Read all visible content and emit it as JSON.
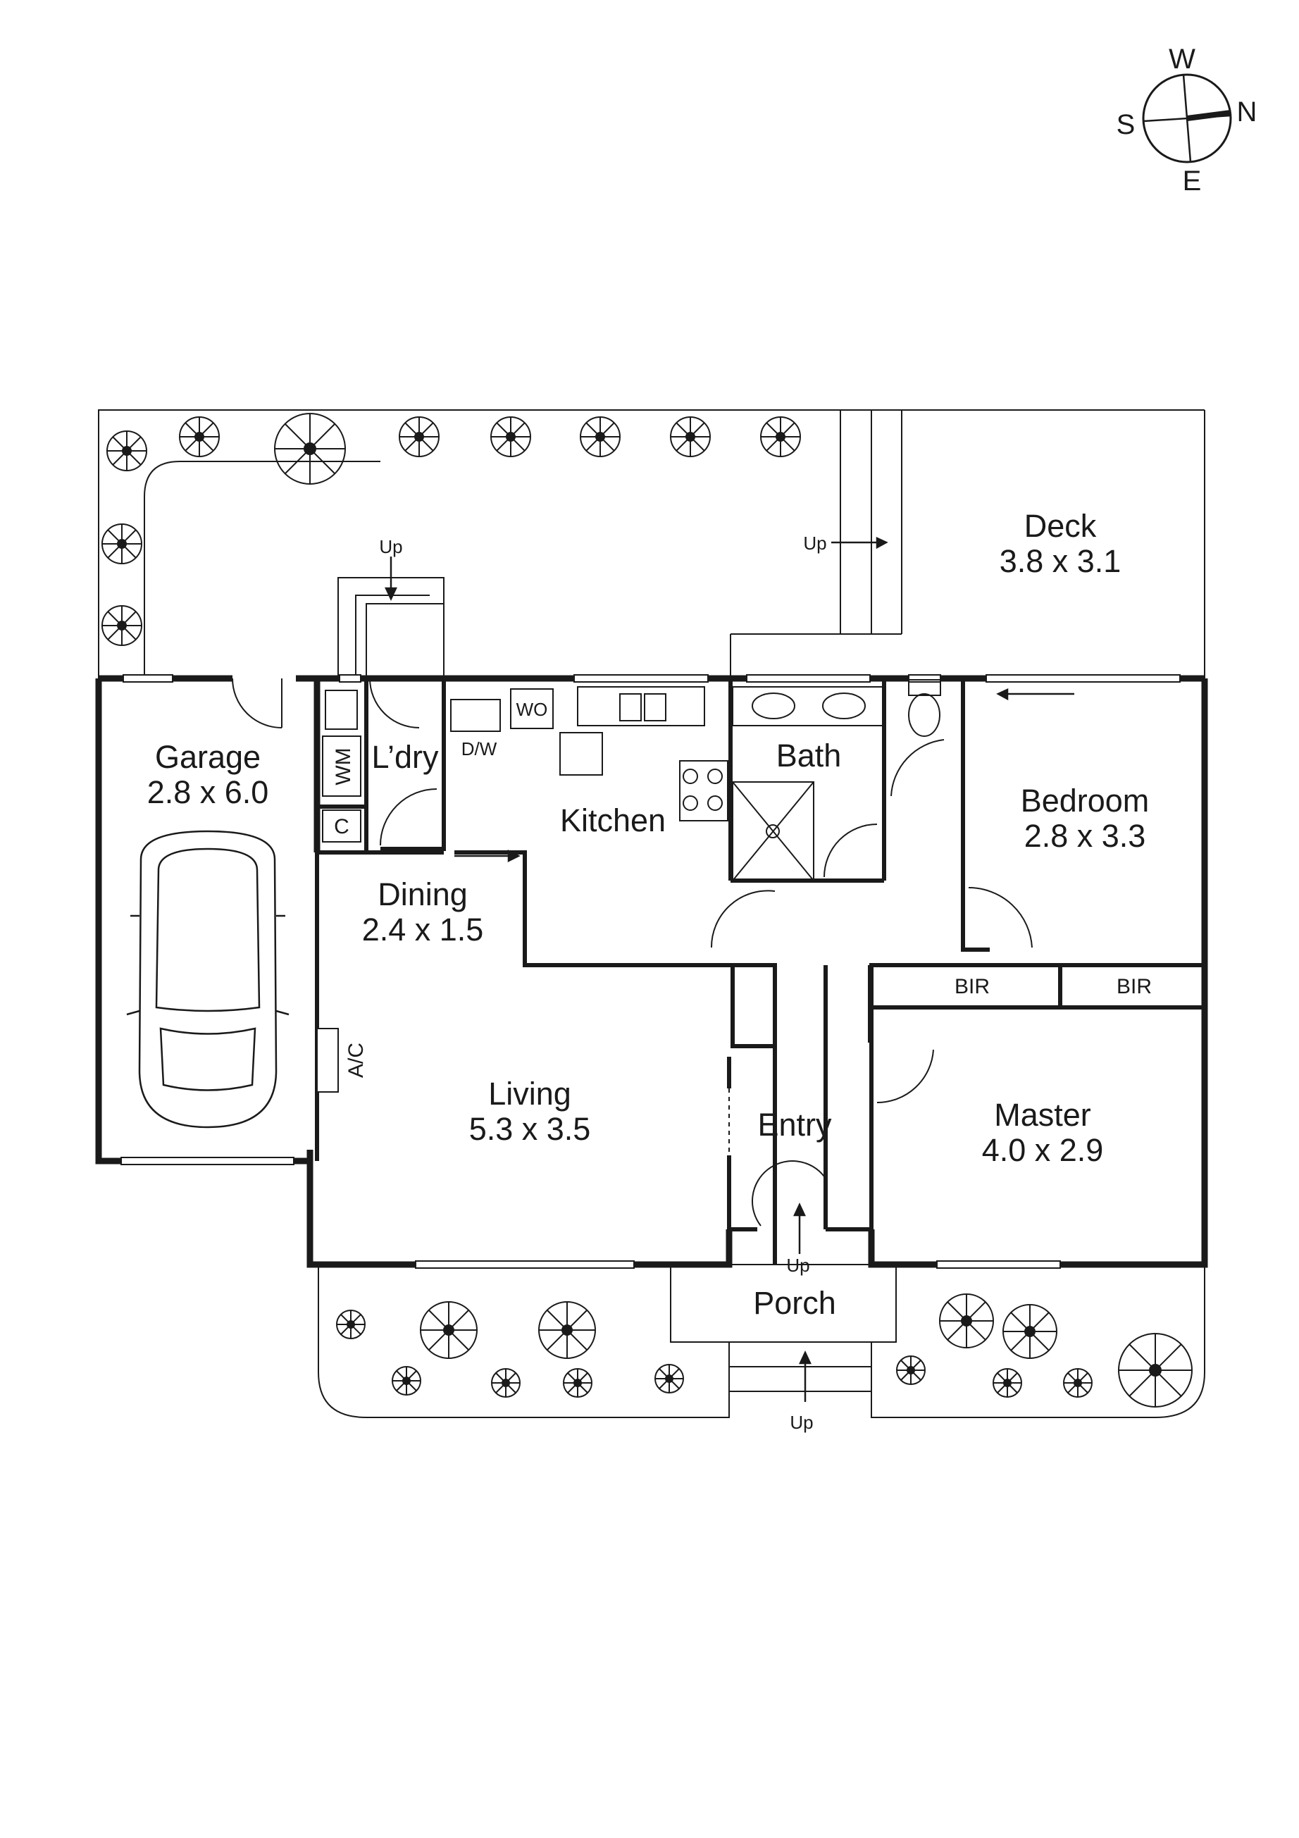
{
  "compass": {
    "north": "N",
    "south": "S",
    "east": "E",
    "west": "W"
  },
  "rooms": {
    "deck": {
      "name": "Deck",
      "size": "3.8 x 3.1"
    },
    "garage": {
      "name": "Garage",
      "size": "2.8 x 6.0"
    },
    "laundry": {
      "name": "L’dry"
    },
    "kitchen": {
      "name": "Kitchen"
    },
    "bath": {
      "name": "Bath"
    },
    "bedroom": {
      "name": "Bedroom",
      "size": "2.8 x 3.3"
    },
    "dining": {
      "name": "Dining",
      "size": "2.4 x 1.5"
    },
    "living": {
      "name": "Living",
      "size": "5.3 x 3.5"
    },
    "entry": {
      "name": "Entry"
    },
    "master": {
      "name": "Master",
      "size": "4.0 x 2.9"
    },
    "porch": {
      "name": "Porch"
    }
  },
  "fixtures": {
    "wm": "WM",
    "c": "C",
    "wo": "WO",
    "dw": "D/W",
    "bir1": "BIR",
    "bir2": "BIR",
    "ac": "A/C"
  },
  "stairs": {
    "up_laundry": "Up",
    "up_deck": "Up",
    "up_entry": "Up",
    "up_porch": "Up"
  }
}
